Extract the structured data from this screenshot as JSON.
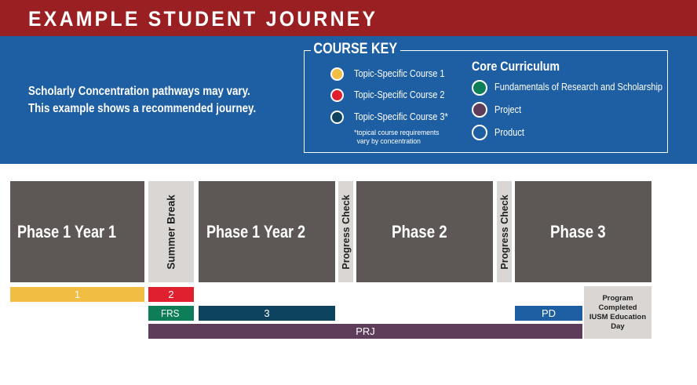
{
  "header": {
    "title": "EXAMPLE STUDENT JOURNEY"
  },
  "intro": {
    "line1": "Scholarly Concentration pathways may vary.",
    "line2": "This example shows a recommended journey."
  },
  "key": {
    "title": "COURSE KEY",
    "topic_items": [
      {
        "label": "Topic-Specific Course 1",
        "color": "#f2bd43"
      },
      {
        "label": "Topic-Specific Course 2",
        "color": "#e0202e"
      },
      {
        "label": "Topic-Specific Course 3*",
        "color": "#0e4360"
      }
    ],
    "footnote_line1": "*topical course requirements",
    "footnote_line2": "vary by concentration",
    "core_title": "Core Curriculum",
    "core_items": [
      {
        "label": "Fundamentals of Research and Scholarship",
        "color": "#0d7e58"
      },
      {
        "label": "Project",
        "color": "#5e3d5b"
      },
      {
        "label": "Product",
        "color": "#1e5fa3"
      }
    ]
  },
  "timeline": {
    "phase1y1": "Phase 1 Year 1",
    "summer": "Summer Break",
    "phase1y2": "Phase 1 Year 2",
    "check1": "Progress Check",
    "phase2": "Phase 2",
    "check2": "Progress Check",
    "phase3": "Phase 3"
  },
  "bars": {
    "c1": "1",
    "c2": "2",
    "frs": "FRS",
    "c3": "3",
    "pd": "PD",
    "prj": "PRJ"
  },
  "completed": "Program\nCompleted\nIUSM Education\nDay"
}
